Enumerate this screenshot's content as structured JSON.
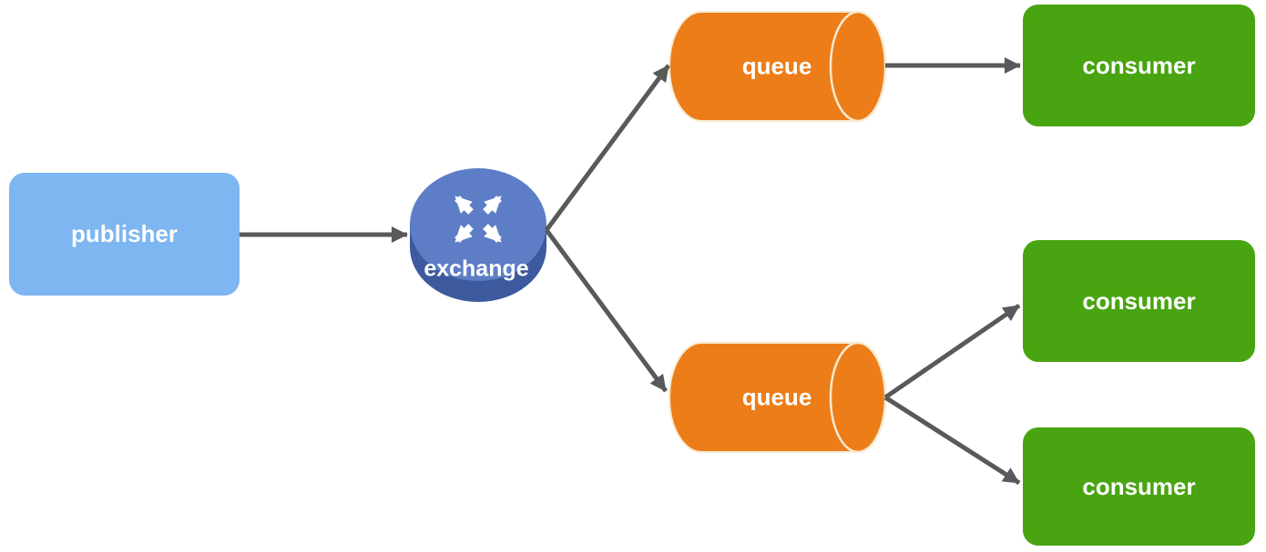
{
  "diagram": {
    "kind": "message-broker-flow",
    "background": "#ffffff",
    "edge_color": "#595959",
    "nodes": {
      "publisher": {
        "label": "publisher",
        "fill": "#7db6f0",
        "text_color": "#ffffff"
      },
      "exchange": {
        "label": "exchange",
        "fill_top": "#5d7ec6",
        "fill_side": "#3c5a9d",
        "icon": "router-arrows-icon",
        "icon_color": "#ffffff"
      },
      "queue_top": {
        "label": "queue",
        "fill": "#ed7d18",
        "stroke": "#f7ead2",
        "text_color": "#ffffff"
      },
      "queue_bottom": {
        "label": "queue",
        "fill": "#ed7d18",
        "stroke": "#f7ead2",
        "text_color": "#ffffff"
      },
      "consumer_top": {
        "label": "consumer",
        "fill": "#48a410",
        "text_color": "#ffffff"
      },
      "consumer_middle": {
        "label": "consumer",
        "fill": "#48a410",
        "text_color": "#ffffff"
      },
      "consumer_bottom": {
        "label": "consumer",
        "fill": "#48a410",
        "text_color": "#ffffff"
      }
    },
    "edges": [
      {
        "from": "publisher",
        "to": "exchange"
      },
      {
        "from": "exchange",
        "to": "queue_top"
      },
      {
        "from": "exchange",
        "to": "queue_bottom"
      },
      {
        "from": "queue_top",
        "to": "consumer_top"
      },
      {
        "from": "queue_bottom",
        "to": "consumer_middle"
      },
      {
        "from": "queue_bottom",
        "to": "consumer_bottom"
      }
    ]
  }
}
